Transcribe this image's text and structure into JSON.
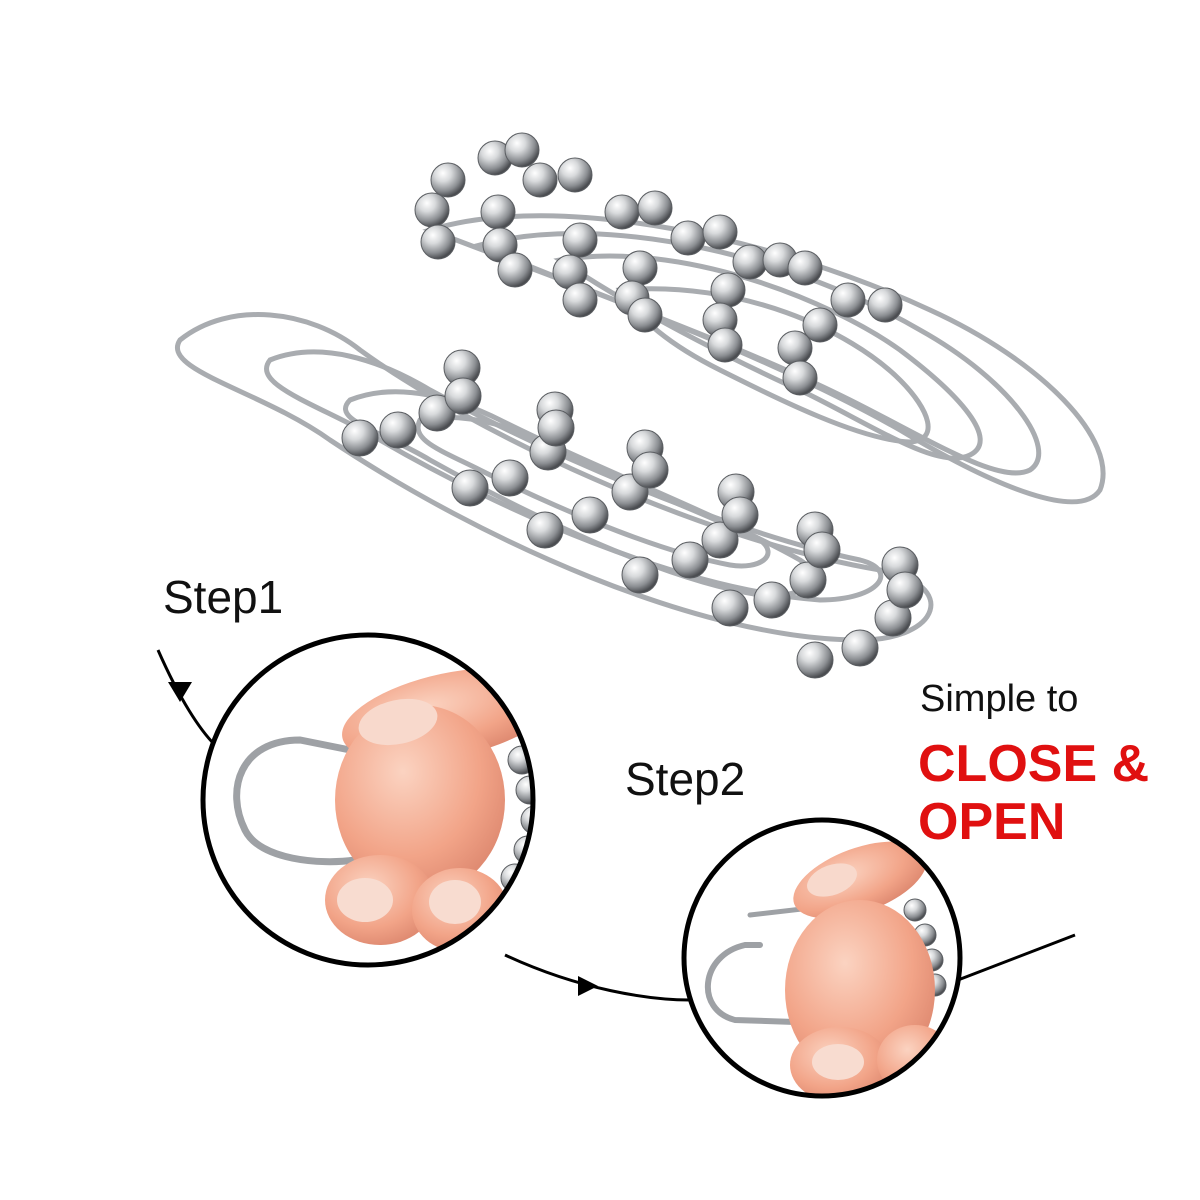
{
  "labels": {
    "step1": "Step1",
    "step2": "Step2",
    "simple_to": "Simple to",
    "close_open_line1": "CLOSE &",
    "close_open_line2": "OPEN"
  },
  "colors": {
    "accent_red": "#e01010",
    "text_dark": "#111111",
    "metal": "#b9bcc0",
    "skin": "#f3a88e"
  }
}
